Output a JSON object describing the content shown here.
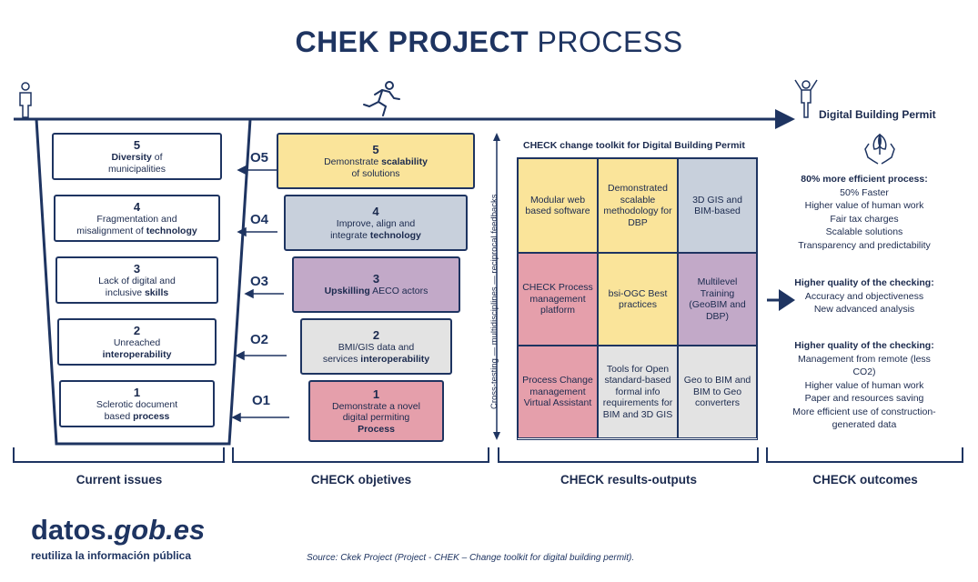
{
  "title": {
    "bold": "CHEK PROJECT",
    "light": "PROCESS"
  },
  "current_issues": [
    {
      "num": "5",
      "pre": "",
      "bold": "Diversity",
      "post": " of",
      "line2": "municipalities"
    },
    {
      "num": "4",
      "line1": "Fragmentation and",
      "pre": "misalignment of ",
      "bold": "technology",
      "post": ""
    },
    {
      "num": "3",
      "line1": "Lack of digital and",
      "pre": "inclusive ",
      "bold": "skills",
      "post": ""
    },
    {
      "num": "2",
      "line1": "Unreached",
      "pre": "",
      "bold": "interoperability",
      "post": ""
    },
    {
      "num": "1",
      "line1": "Sclerotic document",
      "pre": "based ",
      "bold": "process",
      "post": ""
    }
  ],
  "objective_labels": [
    "O5",
    "O4",
    "O3",
    "O2",
    "O1"
  ],
  "objectives": [
    {
      "num": "5",
      "pre": "Demonstrate ",
      "bold": "scalability",
      "line2": "of solutions",
      "color": "#fae49a"
    },
    {
      "num": "4",
      "line1": "Improve, align and",
      "pre": "integrate ",
      "bold": "technology",
      "color": "#c8d0dc"
    },
    {
      "num": "3",
      "pre": "",
      "bold": "Upskilling",
      "post": " AECO actors",
      "color": "#c2a9c8"
    },
    {
      "num": "2",
      "line1": "BMI/GIS data and",
      "pre": "services ",
      "bold": "interoperability",
      "color": "#e3e3e3"
    },
    {
      "num": "1",
      "line1": "Demonstrate a novel",
      "line2": "digital permiting",
      "bold": "Process",
      "color": "#e59fab"
    }
  ],
  "vertical_text": "Cross-testing — multidisciplines — reciprocal feedbacks",
  "toolkit_title": "CHECK change toolkit for Digital Building Permit",
  "grid": [
    {
      "text": "Modular web based software",
      "color": "yellow"
    },
    {
      "text": "Demonstrated scalable methodology for DBP",
      "color": "yellow"
    },
    {
      "text": "3D GIS and BIM-based",
      "color": "blue"
    },
    {
      "text": "CHECK Process management platform",
      "color": "pink"
    },
    {
      "text": "bsi-OGC Best practices",
      "color": "yellow"
    },
    {
      "text": "Multilevel Training (GeoBIM and DBP)",
      "color": "purple"
    },
    {
      "text": "Process Change management Virtual Assistant",
      "color": "pink"
    },
    {
      "text": "Tools for Open standard-based formal info requirements for BIM and 3D GIS",
      "color": "grey"
    },
    {
      "text": "Geo to BIM and BIM to Geo converters",
      "color": "grey"
    }
  ],
  "dbp_title": "Digital Building Permit",
  "outcomes": [
    {
      "heading": "80% more efficient process:",
      "items": [
        "50% Faster",
        "Higher value of human work",
        "Fair tax charges",
        "Scalable solutions",
        "Transparency and predictability"
      ]
    },
    {
      "heading": "Higher quality of the checking:",
      "items": [
        "Accuracy and objectiveness",
        "New advanced analysis"
      ]
    },
    {
      "heading": "Higher quality of the checking:",
      "items": [
        "Management from remote (less CO2)",
        "Higher value of human work",
        "Paper and resources saving",
        "More efficient use of construction-generated data"
      ]
    }
  ],
  "section_labels": [
    "Current issues",
    "CHECK objetives",
    "CHECK results-outputs",
    "CHECK outcomes"
  ],
  "logo": {
    "datos": "datos.",
    "gob": "gob.es",
    "tagline": "reutiliza la información pública"
  },
  "source": "Source: Ckek Project (Project - CHEK – Change toolkit for digital building permit).",
  "colors": {
    "navy": "#1e3461",
    "yellow": "#fae49a",
    "blue": "#c8d0dc",
    "pink": "#e59fab",
    "purple": "#c2a9c8",
    "grey": "#e3e3e3"
  }
}
